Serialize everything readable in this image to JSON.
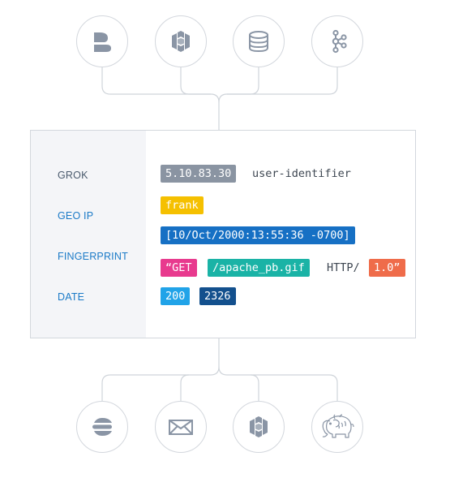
{
  "top_sources": [
    {
      "name": "beats-icon"
    },
    {
      "name": "aws-icon"
    },
    {
      "name": "database-icon"
    },
    {
      "name": "kafka-icon"
    }
  ],
  "panel": {
    "labels": {
      "grok": "GROK",
      "geo_ip": "GEO IP",
      "fingerprint": "FINGERPRINT",
      "date": "DATE"
    },
    "log_line": {
      "ip": "5.10.83.30",
      "user_identifier": "user-identifier",
      "user": "frank",
      "timestamp": "[10/Oct/2000:13:55:36 -0700]",
      "method": "“GET",
      "path": "/apache_pb.gif",
      "protocol": "HTTP/",
      "version": "1.0”",
      "status": "200",
      "bytes": "2326"
    }
  },
  "bottom_outputs": [
    {
      "name": "elasticsearch-icon"
    },
    {
      "name": "mail-icon"
    },
    {
      "name": "aws-icon"
    },
    {
      "name": "hadoop-elephant-icon"
    }
  ],
  "colors": {
    "ip_token": "#8a94a2",
    "user_token": "#f5c000",
    "timestamp_token": "#1670c4",
    "method_token": "#e83a8e",
    "path_token": "#1ab3a6",
    "version_token": "#ef6c4a",
    "status_token": "#21a3e8",
    "bytes_token": "#13508d",
    "icon_stroke": "#8a95a5",
    "line": "#cfd4da"
  }
}
